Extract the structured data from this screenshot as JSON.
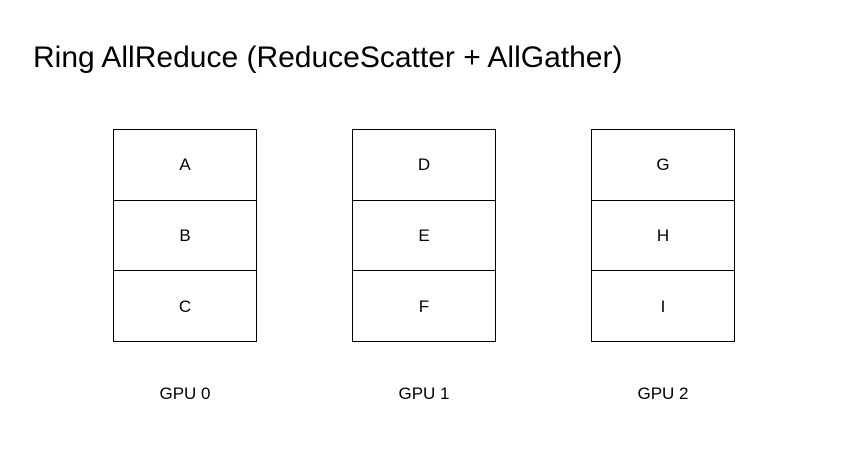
{
  "title": "Ring AllReduce (ReduceScatter + AllGather)",
  "colors": {
    "background": "#ffffff",
    "line": "#000000",
    "text": "#000000"
  },
  "gpus": [
    {
      "label": "GPU 0",
      "cells": [
        "A",
        "B",
        "C"
      ]
    },
    {
      "label": "GPU 1",
      "cells": [
        "D",
        "E",
        "F"
      ]
    },
    {
      "label": "GPU 2",
      "cells": [
        "G",
        "H",
        "I"
      ]
    }
  ]
}
